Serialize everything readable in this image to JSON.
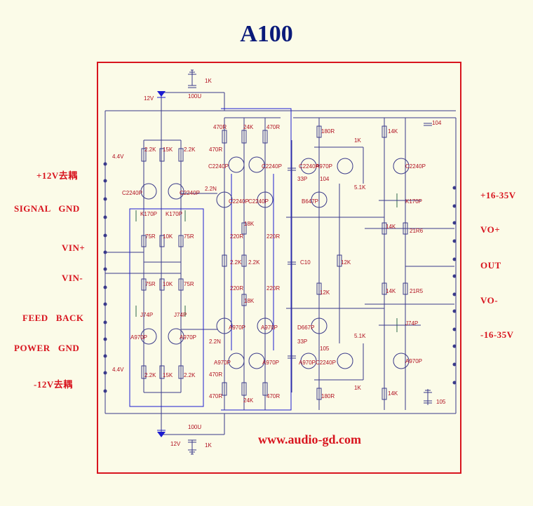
{
  "title": "A100",
  "url": "www.audio-gd.com",
  "left_pins": [
    "+12V去耦",
    "SIGNAL   GND",
    "VIN+",
    "VIN-",
    "FEED   BACK",
    "POWER   GND",
    "-12V去耦"
  ],
  "right_pins": [
    "+16-35V",
    "VO+",
    "OUT",
    "VO-",
    "-16-35V"
  ],
  "components": {
    "v12_top": "12V",
    "r_1k_top": "1K",
    "c_100u_top": "100U",
    "v12_bot": "12V",
    "r_1k_bot": "1K",
    "c_100u_bot": "100U",
    "v44_top": "4.4V",
    "v44_bot": "4.4V",
    "r22k_a": "2.2K",
    "r15k_top": "15K",
    "r22k_b": "2.2K",
    "r22k_c": "2.2K",
    "r15k_bot": "15K",
    "r22k_d": "2.2K",
    "q_c2240_1": "C2240P",
    "q_c2240_2": "C2240P",
    "q_k170_1": "K170P",
    "q_k170_2": "K170P",
    "r75_1": "75R",
    "r10k_1": "10K",
    "r75_2": "75R",
    "r75_3": "75R",
    "r10k_2": "10K",
    "r75_4": "75R",
    "q_j74_1": "J74P",
    "q_j74_2": "J74P",
    "q_a970_1": "A970P",
    "q_a970_2": "A970P",
    "c22n_top": "2.2N",
    "c22n_bot": "2.2N",
    "r470_1": "470R",
    "r470_2": "470R",
    "r24k_top": "24K",
    "r470_3": "470R",
    "q_c2240_3": "C2240P",
    "q_c2240_4": "C2240P",
    "q_c2240_5": "C2240P",
    "q_c2240_6": "C2240P",
    "r18k_top": "18K",
    "r220_1": "220R",
    "r220_2": "220R",
    "r22k_e": "2.2K",
    "r22k_f": "2.2K",
    "r220_3": "220R",
    "r220_4": "220R",
    "r18k_bot": "18K",
    "q_a970_3": "A970P",
    "q_a970_4": "A970P",
    "q_a970_5": "A970P",
    "q_a970_6": "A970P",
    "r470_4": "470R",
    "r470_5": "470R",
    "r24k_bot": "24K",
    "r470_6": "470R",
    "r180_top": "180R",
    "r1k_mid_top": "1K",
    "q_c2240_7": "C2240P",
    "q_a970_7": "A970P",
    "c33p_top": "33P",
    "c104_mid": "104",
    "r51k_top": "5.1K",
    "q_b647": "B647P",
    "c10": "C10",
    "r12k_a": "12K",
    "r12k_b": "12K",
    "q_d667": "D667P",
    "c33p_bot": "33P",
    "c105_mid": "105",
    "r51k_bot": "5.1K",
    "q_c2240_8": "C2240P",
    "q_a970_8": "A970P",
    "r1k_mid_bot": "1K",
    "r180_bot": "180R",
    "r14k_1": "14K",
    "c104_right": "104",
    "q_c2240_out": "C2240P",
    "q_k170_out": "K170P",
    "r14k_2": "14K",
    "r21r6": "21R6",
    "r14k_3": "14K",
    "r21r5": "21R5",
    "q_j74_out": "J74P",
    "q_a970_out": "A970P",
    "r14k_4": "14K",
    "c105_right": "105"
  }
}
